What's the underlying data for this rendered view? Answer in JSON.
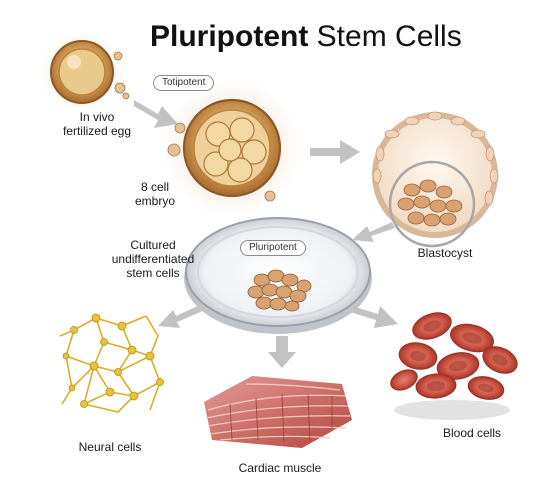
{
  "title": {
    "bold": "Pluripotent",
    "rest": "Stem Cells"
  },
  "badges": {
    "totipotent": "Totipotent",
    "pluripotent": "Pluripotent"
  },
  "labels": {
    "egg": "In vivo\nfertilized egg",
    "embryo": "8 cell\nembryo",
    "blastocyst": "Blastocyst",
    "cultured": "Cultured\nundifferentiated\nstem cells",
    "neural": "Neural cells",
    "cardiac": "Cardiac muscle",
    "blood": "Blood cells"
  },
  "colors": {
    "arrow": "#c2c2c2",
    "cell": "#d9a36a",
    "blood": "#c8473a",
    "muscle": "#c65a5a",
    "neuron": "#e8c23a"
  }
}
